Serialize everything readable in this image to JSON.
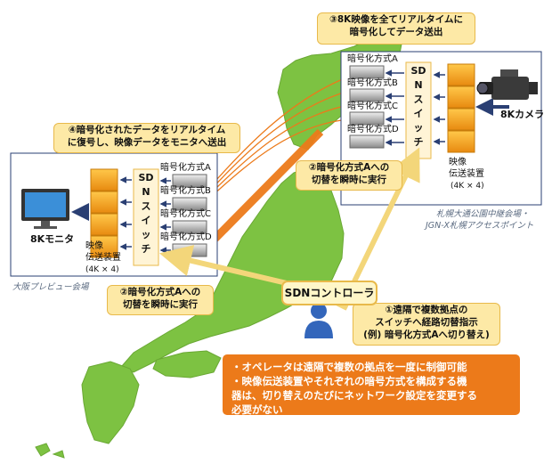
{
  "callouts": {
    "top_right": {
      "line1": "③8K映像を全てリアルタイムに",
      "line2": "暗号化してデータ送出"
    },
    "top_left": {
      "line1": "④暗号化されたデータをリアルタイム",
      "line2": "に復号し、映像データをモニタへ送出"
    },
    "mid_right": {
      "line1": "②暗号化方式Aへの",
      "line2": "切替を瞬時に実行"
    },
    "bottom_left": {
      "line1": "②暗号化方式Aへの",
      "line2": "切替を瞬時に実行"
    },
    "operator": {
      "line1": "①遠隔で複数拠点の",
      "line2": "スイッチへ経路切替指示",
      "line3": "(例) 暗号化方式Aへ切り替え)"
    }
  },
  "sapporo": {
    "methods": [
      "暗号化方式A",
      "暗号化方式B",
      "暗号化方式C",
      "暗号化方式D"
    ],
    "sdn_switch": "SDNスイッチ",
    "camera_label": "8Kカメラ",
    "device_label_line1": "映像",
    "device_label_line2": "伝送装置",
    "device_count": "(4K × 4)",
    "site_line1": "札幌大通公園中継会場・",
    "site_line2": "JGN-X札幌アクセスポイント"
  },
  "osaka": {
    "methods": [
      "暗号化方式A",
      "暗号化方式B",
      "暗号化方式C",
      "暗号化方式D"
    ],
    "sdn_switch": "SDNスイッチ",
    "monitor_label": "8Kモニタ",
    "device_label_line1": "映像",
    "device_label_line2": "伝送装置",
    "device_count": "(4K × 4)",
    "site": "大阪プレビュー会場"
  },
  "controller": "SDNコントローラ",
  "summary": {
    "line1": "・オペレータは遠隔で複数の拠点を一度に制御可能",
    "line2": "・映像伝送装置やそれぞれの暗号方式を構成する機",
    "line3": "器は、切り替えのたびにネットワーク設定を変更する",
    "line4": "必要がない"
  },
  "colors": {
    "map": "#7dc242",
    "accent": "#ec7a1a",
    "callout": "#fde9a6",
    "device": "#f5a623"
  }
}
